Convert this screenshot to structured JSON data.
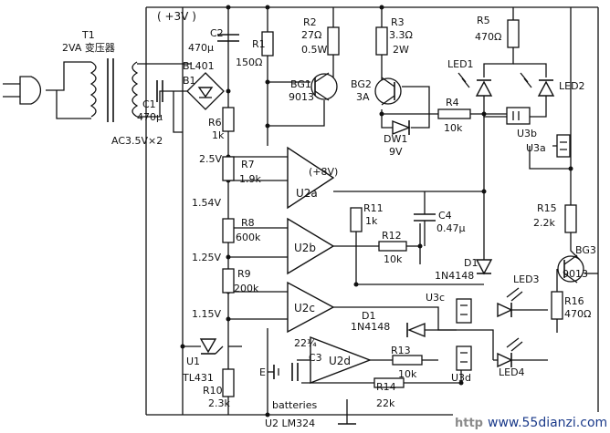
{
  "title": "LM324 battery charger schematic",
  "supply_top": "( +3V )",
  "supply_8v": "(+8V)",
  "transformer": {
    "name": "T1",
    "spec": "2VA 变压器",
    "secondary": "AC3.5V×2"
  },
  "components": {
    "c1": [
      "C1",
      "470μ"
    ],
    "c2": [
      "C2",
      "470μ"
    ],
    "bridge": [
      "BL401",
      "B1"
    ],
    "r1": [
      "R1",
      "150Ω"
    ],
    "r2": [
      "R2",
      "27Ω",
      "0.5W"
    ],
    "r3": [
      "R3",
      "3.3Ω",
      "2W"
    ],
    "r5": [
      "R5",
      "470Ω"
    ],
    "r6": [
      "R6",
      "1k"
    ],
    "bg1": [
      "BG1",
      "9013"
    ],
    "bg2": [
      "BG2",
      "3A"
    ],
    "dw1": [
      "DW1",
      "9V"
    ],
    "r4": [
      "R4",
      "10k"
    ],
    "led1": "LED1",
    "led2": "LED2",
    "u3b": "U3b",
    "u3a": "U3a",
    "r7": [
      "R7",
      "1.9k"
    ],
    "r8": [
      "R8",
      "600k"
    ],
    "r9": [
      "R9",
      "200k"
    ],
    "r10": [
      "R10",
      "2.3k"
    ],
    "r11": [
      "R11",
      "1k"
    ],
    "r12": [
      "R12",
      "10k"
    ],
    "r13": [
      "R13",
      "10k"
    ],
    "r14": [
      "R14",
      "22k"
    ],
    "r15": [
      "R15",
      "2.2k"
    ],
    "r16": [
      "R16",
      "470Ω"
    ],
    "c3": "C3",
    "c4": [
      "C4",
      "0.47μ"
    ],
    "d1a": [
      "D1",
      "1N4148"
    ],
    "d1b": [
      "D1",
      "1N4148"
    ],
    "bg3": [
      "BG3",
      "9013"
    ],
    "led3": "LED3",
    "led4": "LED4",
    "u3c": "U3c",
    "u3d": "U3d",
    "u1": [
      "U1",
      "TL431"
    ],
    "u2a": "U2a",
    "u2b": "U2b",
    "u2c": "U2c",
    "u2d": "U2d",
    "u2": "U2  LM324"
  },
  "voltages": [
    "2.5V",
    "1.54V",
    "1.25V",
    "1.15V"
  ],
  "pin_label": "22¼",
  "e_label": "E",
  "batteries": "batteries",
  "watermark": {
    "prefix": "http",
    "domain": "www.55dianzi.com"
  }
}
